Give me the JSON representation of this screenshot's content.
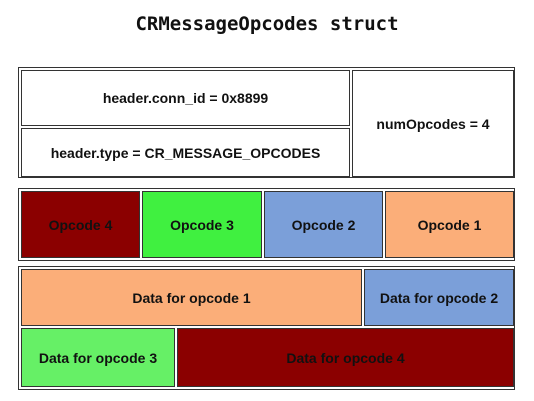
{
  "title": "CRMessageOpcodes struct",
  "header": {
    "conn_id": "header.conn_id = 0x8899",
    "type": "header.type = CR_MESSAGE_OPCODES",
    "num_opcodes": "numOpcodes = 4"
  },
  "opcodes": [
    {
      "label": "Opcode 4",
      "color": "#8b0000"
    },
    {
      "label": "Opcode 3",
      "color": "#40f040"
    },
    {
      "label": "Opcode 2",
      "color": "#7b9fd9"
    },
    {
      "label": "Opcode 1",
      "color": "#fbae79"
    }
  ],
  "data_blocks": [
    {
      "label": "Data for opcode 1",
      "color": "#fbae79"
    },
    {
      "label": "Data for opcode 2",
      "color": "#7b9fd9"
    },
    {
      "label": "Data for opcode 3",
      "color": "#66f066"
    },
    {
      "label": "Data for opcode 4",
      "color": "#8b0000"
    }
  ]
}
